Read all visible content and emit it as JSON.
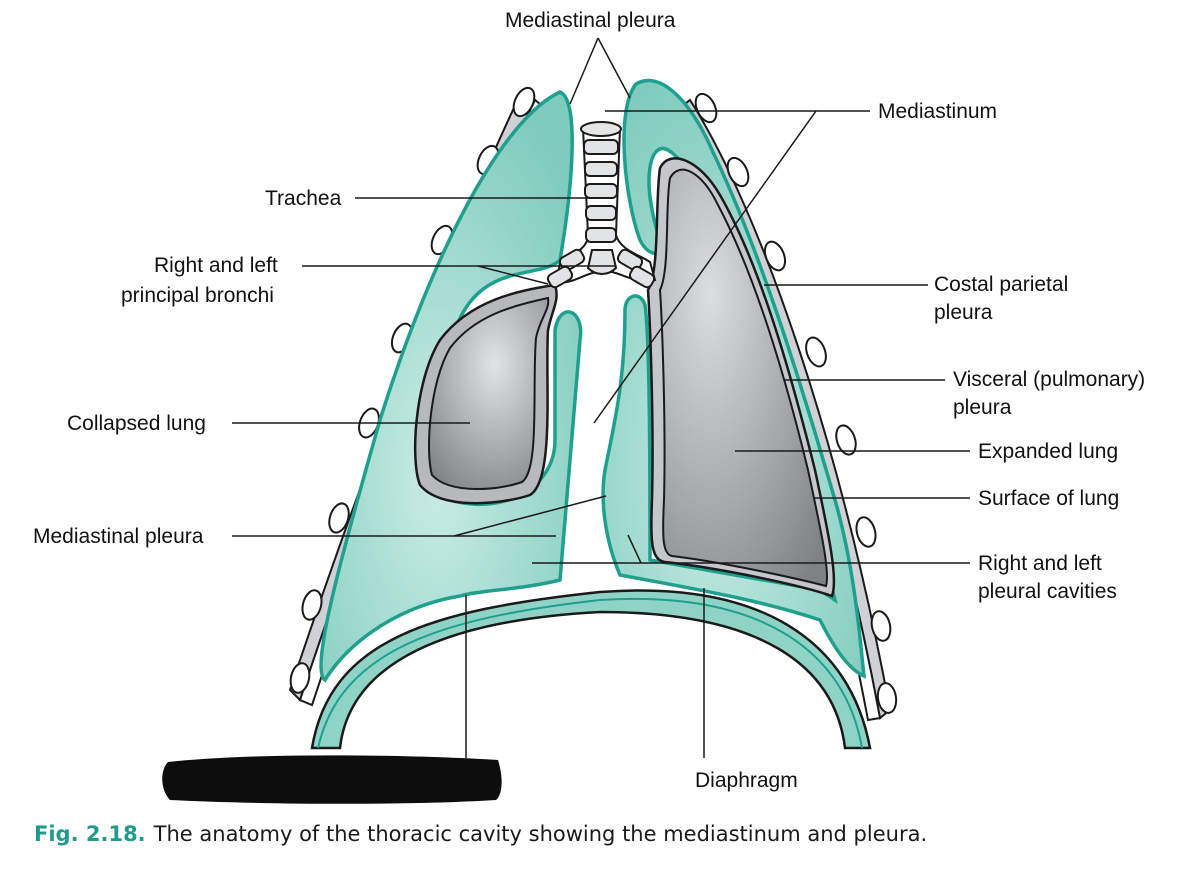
{
  "labels": {
    "mediastinal_pleura_top": "Mediastinal pleura",
    "mediastinum": "Mediastinum",
    "trachea": "Trachea",
    "bronchi_line1": "Right and left",
    "bronchi_line2": "principal bronchi",
    "costal_line1": "Costal parietal",
    "costal_line2": "pleura",
    "visceral_line1": "Visceral (pulmonary)",
    "visceral_line2": "pleura",
    "collapsed_lung": "Collapsed lung",
    "expanded_lung": "Expanded lung",
    "surface_of_lung": "Surface of lung",
    "mediastinal_pleura_left": "Mediastinal pleura",
    "cavities_line1": "Right and left",
    "cavities_line2": "pleural cavities",
    "diaphragm": "Diaphragm"
  },
  "caption": {
    "figure_number": "Fig. 2.18.",
    "text": "The anatomy of the thoracic cavity showing the mediastinum and pleura."
  },
  "colors": {
    "pleura_teal": "#1fa08e",
    "pleura_fill": "#8fd3c6",
    "lung_grey": "#9a9ca0",
    "caption_accent": "#1d9c8c"
  }
}
